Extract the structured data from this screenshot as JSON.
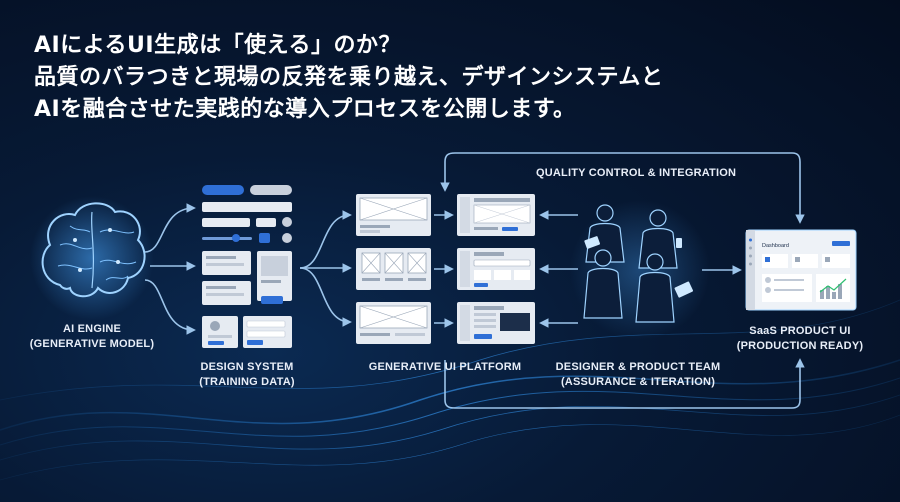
{
  "headline": {
    "line1": "AIによるUI生成は「使える」のか？",
    "line2": "品質のバラつきと現場の反発を乗り越え、デザインシステムと",
    "line3": "AIを融合させた実践的な導入プロセスを公開します。"
  },
  "nodes": {
    "ai_engine": {
      "title": "AI ENGINE",
      "subtitle": "(GENERATIVE MODEL)"
    },
    "design_system": {
      "title": "DESIGN SYSTEM",
      "subtitle": "(TRAINING DATA)"
    },
    "platform": {
      "title": "GENERATIVE UI PLATFORM"
    },
    "team": {
      "title": "DESIGNER & PRODUCT TEAM",
      "subtitle": "(ASSURANCE & ITERATION)"
    },
    "product": {
      "title": "SaaS PRODUCT UI",
      "subtitle": "(PRODUCTION READY)"
    }
  },
  "loop_label": "QUALITY CONTROL & INTEGRATION",
  "dashboard_title": "Dashboard",
  "colors": {
    "accent": "#2f6fd6",
    "line": "#9cc4ea",
    "panel": "#e6ebf2",
    "wave": "#2a8bd8"
  }
}
